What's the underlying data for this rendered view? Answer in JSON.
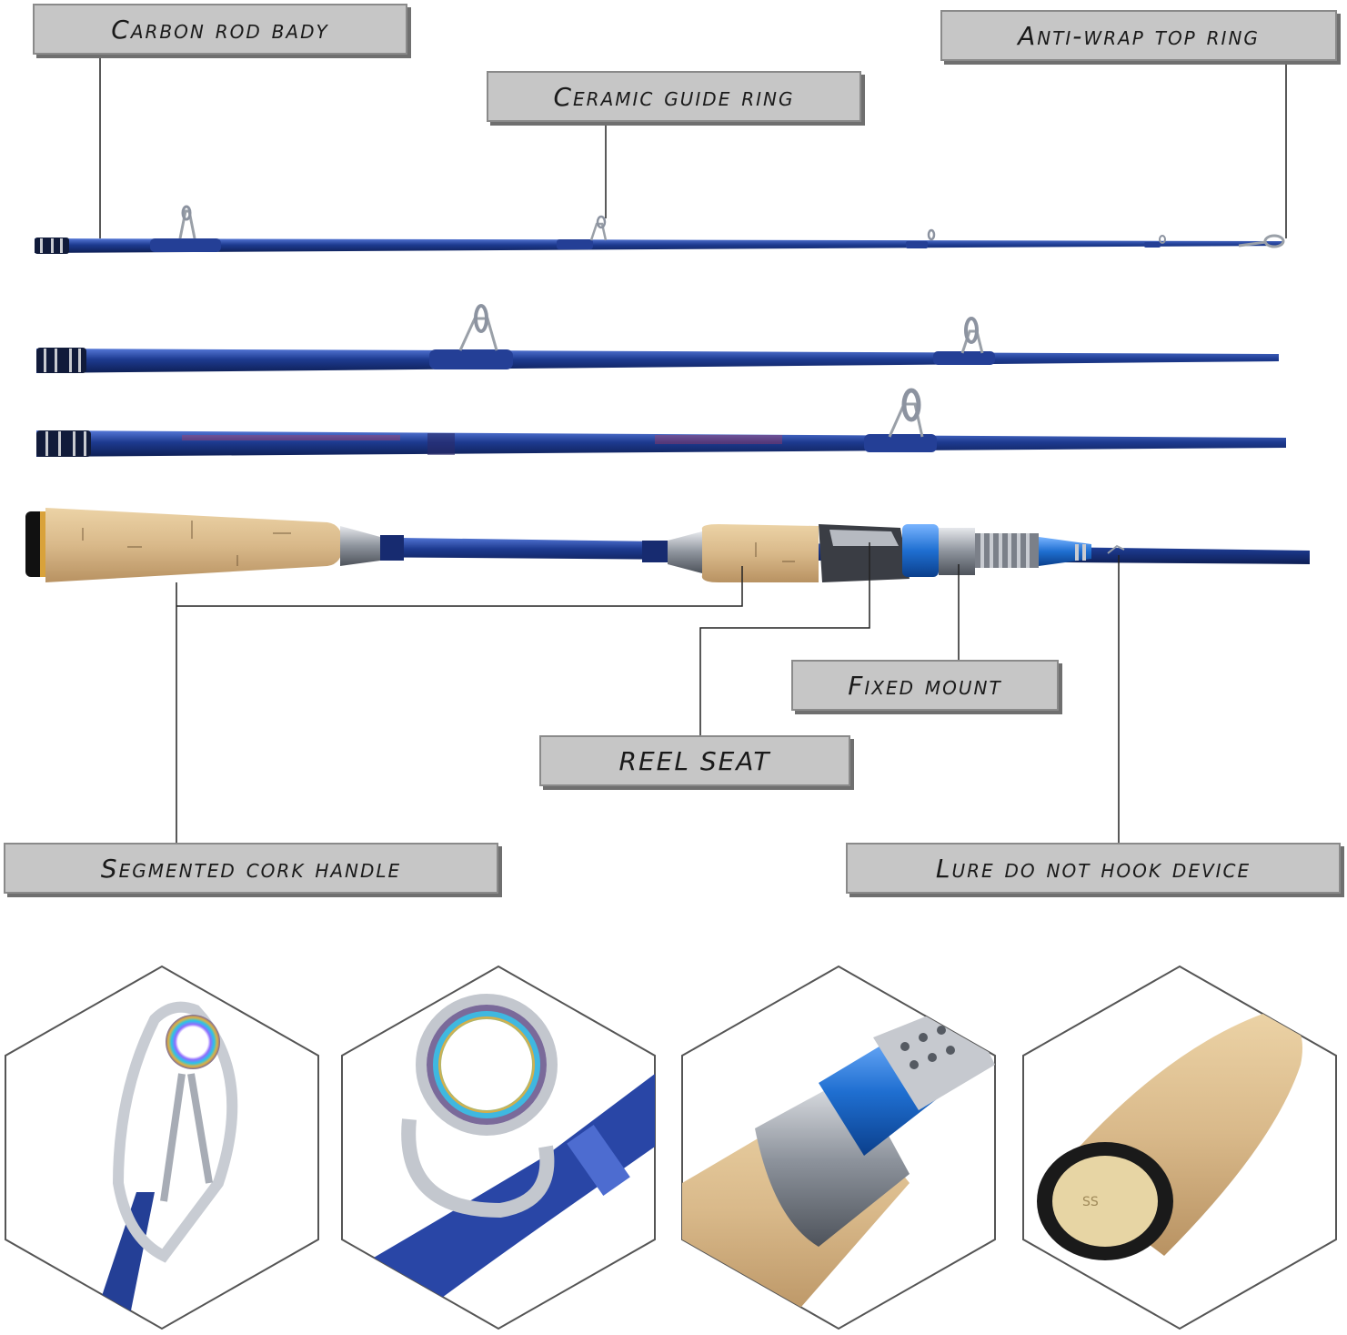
{
  "labels": {
    "carbon_rod_body": "Carbon  rod bady",
    "anti_wrap_top_ring": "Anti-wrap top ring",
    "ceramic_guide_ring": "Ceramic guide ring",
    "fixed_mount": "Fixed mount",
    "reel_seat": "reel seat",
    "segmented_cork_handle": "Segmented cork handle",
    "lure_do_not_hook_device": "Lure do not hook device"
  },
  "colors": {
    "rod_blue": "#1d3a8f",
    "rod_blue_light": "#3b5fc9",
    "cork": "#d9b98a",
    "label_bg": "#c6c6c6",
    "accent_blue": "#1f6fd1",
    "metal": "#9aa0a8"
  }
}
